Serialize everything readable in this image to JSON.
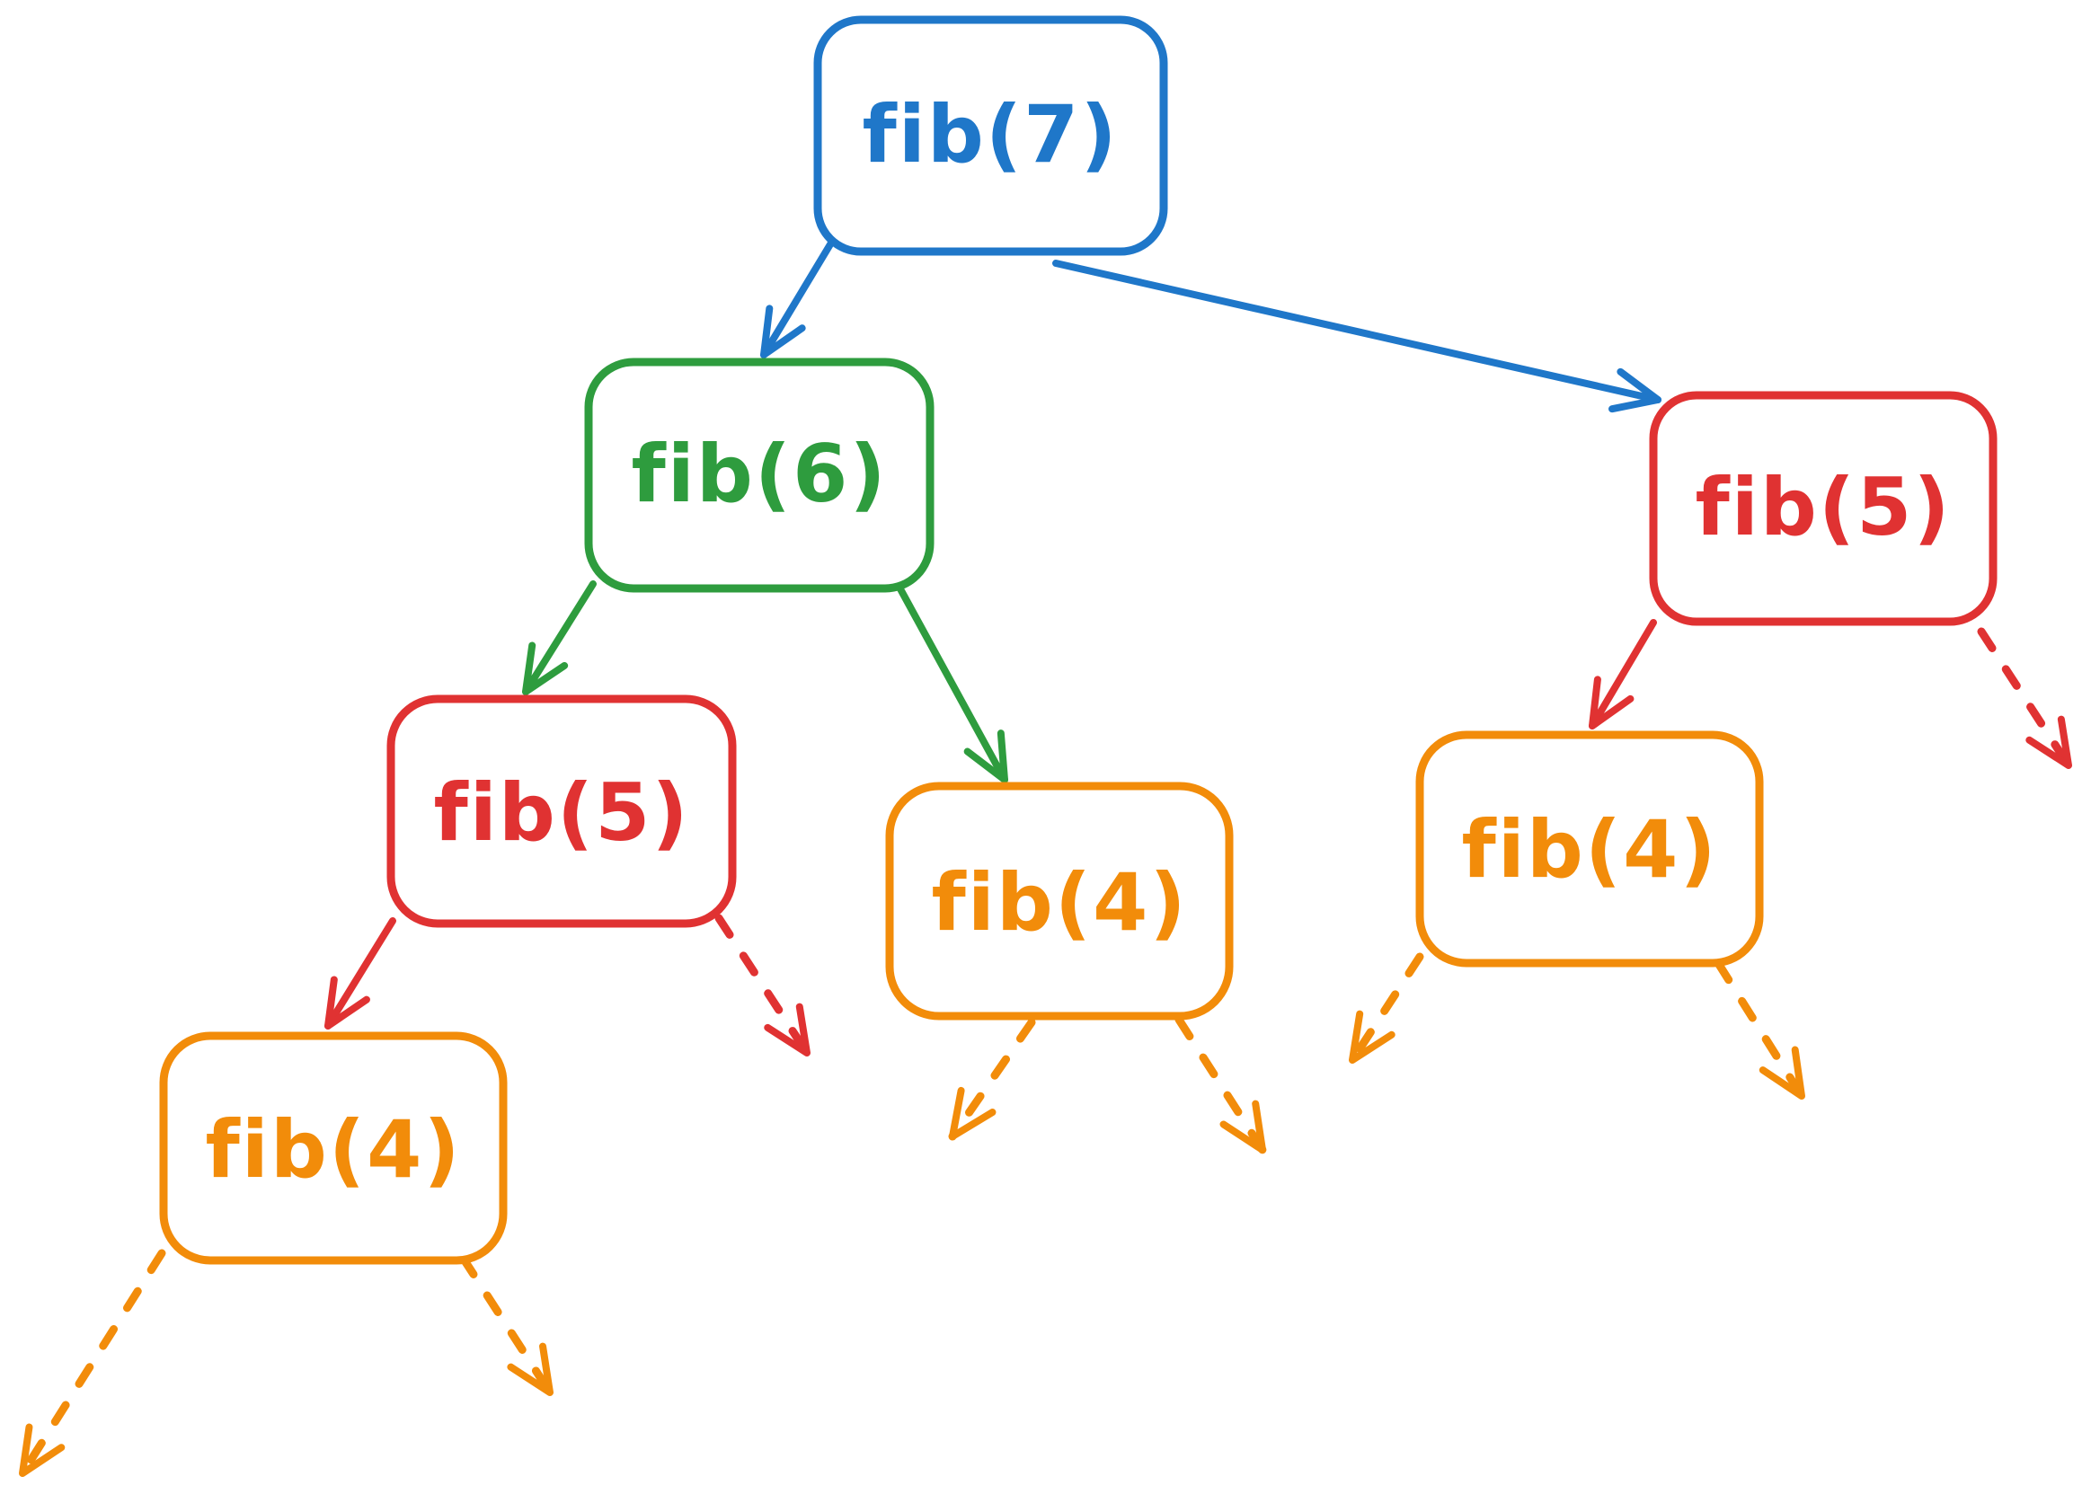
{
  "colors": {
    "level0": "#1f77c9",
    "level1": "#2e9c3e",
    "level2": "#e03232",
    "level3": "#f28c0a"
  },
  "nodes": [
    {
      "id": "n7",
      "label": "fib(7)",
      "level": "level0"
    },
    {
      "id": "n6",
      "label": "fib(6)",
      "level": "level1"
    },
    {
      "id": "n5a",
      "label": "fib(5)",
      "level": "level2"
    },
    {
      "id": "n5b",
      "label": "fib(5)",
      "level": "level2"
    },
    {
      "id": "n4a",
      "label": "fib(4)",
      "level": "level3"
    },
    {
      "id": "n4b",
      "label": "fib(4)",
      "level": "level3"
    },
    {
      "id": "n4c",
      "label": "fib(4)",
      "level": "level3"
    }
  ],
  "edges": [
    {
      "from": "n7",
      "to": "n6",
      "style": "solid"
    },
    {
      "from": "n7",
      "to": "n5b",
      "style": "solid"
    },
    {
      "from": "n6",
      "to": "n5a",
      "style": "solid"
    },
    {
      "from": "n6",
      "to": "n4b",
      "style": "solid"
    },
    {
      "from": "n5a",
      "to": "n4a",
      "style": "solid"
    },
    {
      "from": "n5b",
      "to": "n4c",
      "style": "solid"
    },
    {
      "from": "n5a",
      "to": null,
      "style": "dashed"
    },
    {
      "from": "n5b",
      "to": null,
      "style": "dashed"
    },
    {
      "from": "n4a",
      "to": null,
      "style": "dashed"
    },
    {
      "from": "n4a",
      "to": null,
      "style": "dashed"
    },
    {
      "from": "n4b",
      "to": null,
      "style": "dashed"
    },
    {
      "from": "n4b",
      "to": null,
      "style": "dashed"
    },
    {
      "from": "n4c",
      "to": null,
      "style": "dashed"
    },
    {
      "from": "n4c",
      "to": null,
      "style": "dashed"
    }
  ]
}
